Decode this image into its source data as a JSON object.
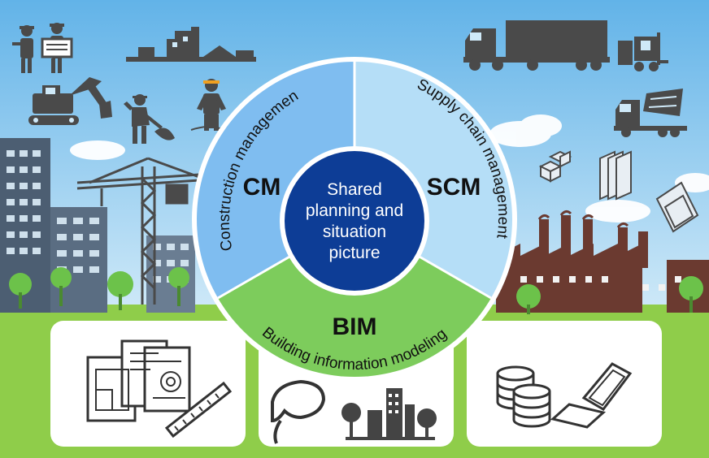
{
  "diagram": {
    "center": {
      "lines": [
        "Shared",
        "planning and",
        "situation",
        "picture"
      ]
    },
    "segments": [
      {
        "abbr": "CM",
        "label": "Construction management",
        "color": "#7fbdf0"
      },
      {
        "abbr": "SCM",
        "label": "Supply chain management",
        "color": "#b5def7"
      },
      {
        "abbr": "BIM",
        "label": "Building information modeling",
        "color": "#7dcc5c"
      }
    ],
    "center_color": "#0d3d96",
    "icon_groups": [
      {
        "name": "construction-site",
        "icons": [
          "engineers-icon",
          "demolished-building-icon",
          "excavator-icon",
          "worker-shovel-icon",
          "jackhammer-worker-icon",
          "tower-crane-icon",
          "city-buildings-icon"
        ]
      },
      {
        "name": "supply-chain",
        "icons": [
          "truck-icon",
          "forklift-icon",
          "concrete-mixer-icon",
          "boxes-icon",
          "glass-panels-icon",
          "factory-icon"
        ]
      },
      {
        "name": "bim-panels",
        "icons": [
          "blueprint-documents-icon",
          "ruler-icon",
          "vr-headset-icon",
          "skyline-model-icon",
          "database-icon",
          "laptop-icon"
        ]
      }
    ]
  }
}
